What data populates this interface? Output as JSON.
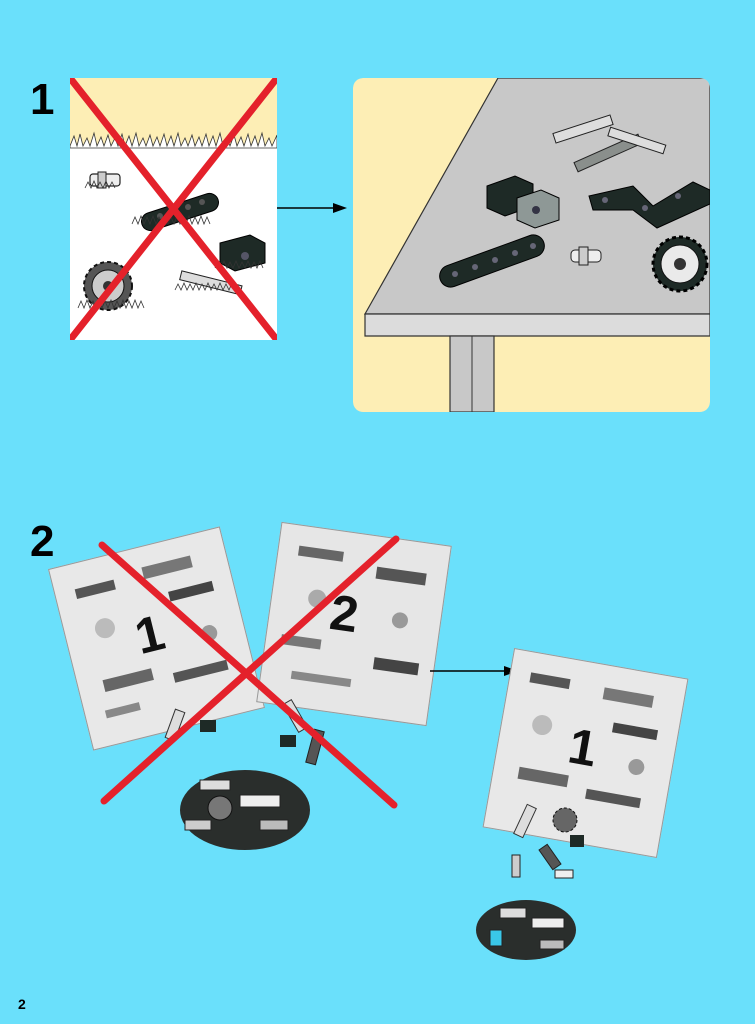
{
  "steps": [
    {
      "number": "1"
    },
    {
      "number": "2"
    }
  ],
  "bags": [
    {
      "label": "1"
    },
    {
      "label": "2"
    },
    {
      "label": "1"
    }
  ],
  "page_number": "2",
  "colors": {
    "background": "#6ae0fb",
    "cross": "#e4212b",
    "cream": "#fdeeb5",
    "table_top": "#c8c8c8",
    "dark_part": "#1e2a26"
  },
  "icons": [
    "arrow-right-icon",
    "red-cross-icon",
    "gear-icon",
    "beam-icon",
    "brick-icon",
    "axle-icon",
    "pin-icon",
    "parts-bag-icon"
  ]
}
